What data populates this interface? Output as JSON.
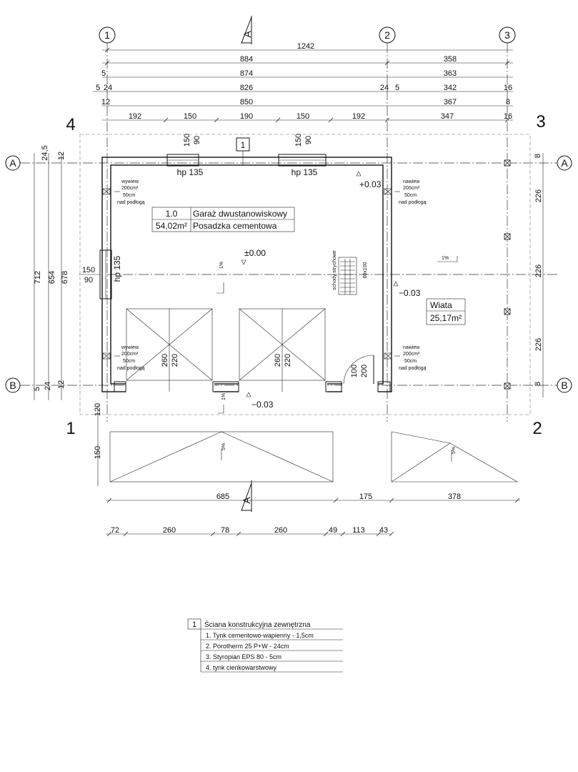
{
  "axes": {
    "columns": [
      "1",
      "2",
      "3"
    ],
    "rows": [
      "A",
      "B"
    ]
  },
  "section_marks": {
    "top": "A",
    "bottom": "A"
  },
  "corners": [
    "4",
    "3",
    "1",
    "2"
  ],
  "top_dims": {
    "r1": [
      "1242"
    ],
    "r2": [
      "884",
      "358"
    ],
    "r3": [
      "5",
      "874",
      "363"
    ],
    "r4": [
      "5",
      "24",
      "826",
      "24",
      "5",
      "342",
      "16"
    ],
    "r5": [
      "12",
      "850",
      "367",
      "8"
    ],
    "r6": [
      "192",
      "150",
      "190",
      "150",
      "192",
      "347",
      "16"
    ]
  },
  "left_dims": {
    "outer": [
      "712",
      "654",
      "678"
    ],
    "top_small": [
      "24,5",
      "12"
    ],
    "bottom_small": [
      "5",
      "24",
      "12"
    ]
  },
  "right_dims": [
    "8",
    "226",
    "226",
    "226",
    "8"
  ],
  "bottom_dims": {
    "r1": [
      "685",
      "175",
      "378"
    ],
    "r2": [
      "72",
      "260",
      "78",
      "260",
      "49",
      "113",
      "43"
    ],
    "apron_depth": "120",
    "apron_height": "150"
  },
  "openings": {
    "window_top_left": {
      "h": "150",
      "w": "90",
      "hp": "hp 135"
    },
    "window_top_right": {
      "h": "150",
      "w": "90",
      "hp": "hp 135"
    },
    "window_left": {
      "h": "150",
      "w": "90",
      "hp": "hp 135"
    },
    "gate_left": {
      "w": "260",
      "h": "220"
    },
    "gate_right": {
      "w": "260",
      "h": "220"
    },
    "door": {
      "w": "100",
      "h": "200"
    }
  },
  "wall_tag": "1",
  "room": {
    "number": "1.0",
    "name": "Garaż dwustanowiskowy",
    "area": "54,02m²",
    "floor": "Posadzka cementowa"
  },
  "carport": {
    "name": "Wiata",
    "area": "25,17m²"
  },
  "levels": {
    "zero": "±0.00",
    "plus": "+0.03",
    "minus_right": "−0.03",
    "minus_bottom": "−0.03"
  },
  "slopes": {
    "main": "1%",
    "front": "1%",
    "carport": "1%",
    "apron_left": "5%",
    "apron_right": "5%"
  },
  "vents": {
    "outlet_top": [
      "wywiew",
      "200cm²",
      "50cm",
      "nad podłogą"
    ],
    "outlet_bottom": [
      "wywiew",
      "200cm²",
      "50cm",
      "nad podłogą"
    ],
    "inlet_top": [
      "nawiew",
      "200cm²",
      "50cm",
      "nad podłogą"
    ],
    "inlet_bottom": [
      "nawiew",
      "200cm²",
      "50cm",
      "nad podłogą"
    ]
  },
  "stairs": {
    "label": "schody strychowe",
    "size": "60x100"
  },
  "legend": {
    "number": "1",
    "title": "Ściana konstrukcyjna zewnętrzna",
    "layers": [
      "1. Tynk cementowo-wapienny - 1,5cm",
      "2. Porotherm 25 P+W - 24cm",
      "3. Styropian EPS 80 - 5cm",
      "4. tynk cienkowarstwowy"
    ]
  }
}
